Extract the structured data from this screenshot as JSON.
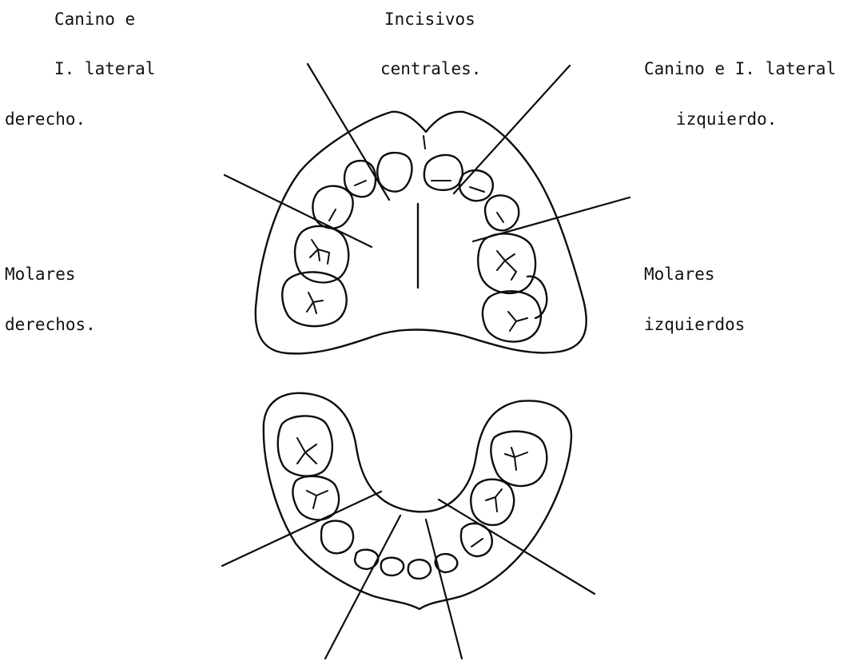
{
  "labels": {
    "canino_der_1": "Canino e",
    "canino_der_2": "I. lateral",
    "canino_der_3": "derecho.",
    "incisivos_1": "Incisivos",
    "incisivos_2": "centrales.",
    "canino_izq_1": "Canino e I. lateral",
    "canino_izq_2": "izquierdo.",
    "molares_der_1": "Molares",
    "molares_der_2": "derechos.",
    "molares_izq_1": "Molares",
    "molares_izq_2": "izquierdos"
  },
  "colors": {
    "ink": "#0d0d0d",
    "paper": "#ffffff"
  }
}
